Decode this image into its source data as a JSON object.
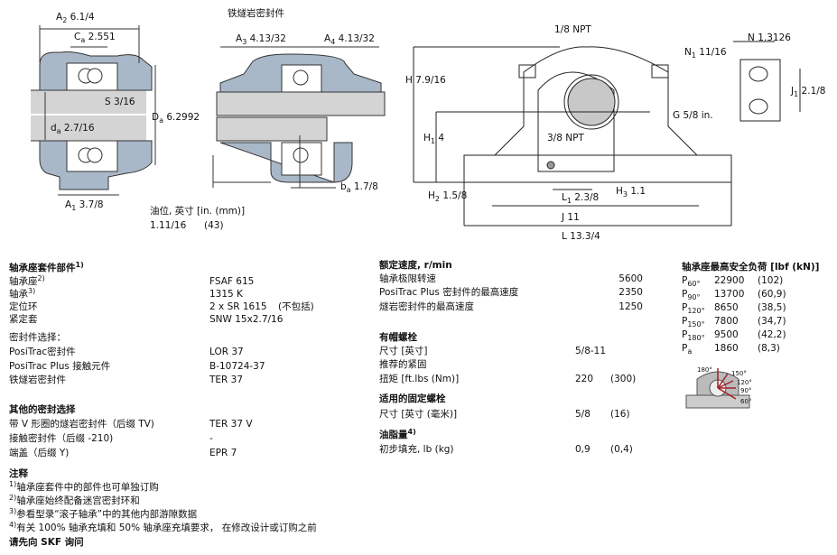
{
  "drawings": {
    "seal_title": "铁燧岩密封件",
    "left": {
      "A2": "A",
      "A2_sub": "2",
      "A2_val": "6.1/4",
      "Ca": "C",
      "Ca_sub": "a",
      "Ca_val": "2.551",
      "S": "S  3/16",
      "Da": "D",
      "Da_sub": "a",
      "Da_val": "6.2992",
      "da": "d",
      "da_sub": "a",
      "da_val": "2.7/16",
      "A1": "A",
      "A1_sub": "1",
      "A1_val": "3.7/8"
    },
    "middle": {
      "A3": "A",
      "A3_sub": "3",
      "A3_val": "4.13/32",
      "A4": "A",
      "A4_sub": "4",
      "A4_val": "4.13/32",
      "ba": "b",
      "ba_sub": "a",
      "ba_val": "1.7/8"
    },
    "oil_level": {
      "label": "油位, 英寸 [in. (mm)]",
      "in": "1.11/16",
      "mm": "(43)"
    },
    "right": {
      "npt_top": "1/8 NPT",
      "H": "H  7.9/16",
      "H1": "H",
      "H1_sub": "1",
      "H1_val": "4",
      "npt_bottom": "3/8 NPT",
      "G": "G  5/8 in.",
      "H2": "H",
      "H2_sub": "2",
      "H2_val": "1.5/8",
      "L1": "L",
      "L1_sub": "1",
      "L1_val": "2.3/8",
      "H3": "H",
      "H3_sub": "3",
      "H3_val": "1.1",
      "J": "J  11",
      "L": "L  13.3/4",
      "N": "N  1.3126",
      "N1": "N",
      "N1_sub": "1",
      "N1_val": "11/16",
      "J1": "J",
      "J1_sub": "1",
      "J1_val": "2.1/8"
    }
  },
  "kit": {
    "heading": "轴承座套件部件",
    "heading_note": "1)",
    "rows": [
      {
        "label": "轴承座",
        "note": "2)",
        "value": "FSAF 615",
        "extra": ""
      },
      {
        "label": "轴承",
        "note": "3)",
        "value": "1315 K",
        "extra": ""
      },
      {
        "label": "定位环",
        "note": "",
        "value": "2 x SR 1615",
        "extra": "(不包括)"
      },
      {
        "label": "紧定套",
        "note": "",
        "value": "SNW 15x2.7/16",
        "extra": ""
      }
    ]
  },
  "seal_choice": {
    "heading": "密封件选择：",
    "rows": [
      {
        "label": "PosiTrac密封件",
        "value": "LOR 37"
      },
      {
        "label": "PosiTrac Plus 接触元件",
        "value": "B-10724-37"
      },
      {
        "label": "铁燧岩密封件",
        "value": "TER 37"
      }
    ]
  },
  "other_seals": {
    "heading": "其他的密封选择",
    "rows": [
      {
        "label": "带 V 形圈的燧岩密封件（后缀 TV)",
        "value": "TER 37 V"
      },
      {
        "label": "接触密封件（后缀 -210)",
        "value": "-"
      },
      {
        "label": "端盖（后缀 Y)",
        "value": "EPR 7"
      }
    ]
  },
  "notes": {
    "heading": "注释",
    "items": [
      {
        "n": "1)",
        "text": "轴承座套件中的部件也可单独订购"
      },
      {
        "n": "2)",
        "text": "轴承座始终配备迷宫密封环和"
      },
      {
        "n": "3)",
        "text": "参看型录“滚子轴承”中的其他内部游隙数据"
      },
      {
        "n": "4)",
        "text": "有关 100% 轴承充填和 50% 轴承座充填要求， 在修改设计或订购之前"
      }
    ],
    "footer": "请先向 SKF 询问"
  },
  "speed": {
    "heading": "额定速度, r/min",
    "rows": [
      {
        "label": "轴承极限转速",
        "value": "5600"
      },
      {
        "label": "PosiTrac Plus 密封件的最高速度",
        "value": "2350"
      },
      {
        "label": "燧岩密封件的最高速度",
        "value": "1250"
      }
    ]
  },
  "cap_bolts": {
    "heading": "有帽螺栓",
    "size_label": "尺寸 [英寸]",
    "size": "5/8-11",
    "rec_label": "推荐的紧固",
    "torque_label": "扭矩 [ft.lbs (Nm)]",
    "torque": "220",
    "torque_nm": "(300)"
  },
  "fix_bolts": {
    "heading": "适用的固定螺栓",
    "size_label": "尺寸 [英寸 (毫米)]",
    "size": "5/8",
    "size_mm": "(16)"
  },
  "grease": {
    "heading": "油脂量",
    "note": "4)",
    "label": "初步填充, lb (kg)",
    "value": "0,9",
    "value_kg": "(0,4)"
  },
  "loads": {
    "heading": "轴承座最高安全负荷 [lbf (kN)]",
    "rows": [
      {
        "p": "P",
        "sub": "60°",
        "lbf": "22900",
        "kn": "(102)"
      },
      {
        "p": "P",
        "sub": "90°",
        "lbf": "13700",
        "kn": "(60,9)"
      },
      {
        "p": "P",
        "sub": "120°",
        "lbf": "8650",
        "kn": "(38,5)"
      },
      {
        "p": "P",
        "sub": "150°",
        "lbf": "7800",
        "kn": "(34,7)"
      },
      {
        "p": "P",
        "sub": "180°",
        "lbf": "9500",
        "kn": "(42,2)"
      },
      {
        "p": "P",
        "sub": "a",
        "lbf": "1860",
        "kn": "(8,3)"
      }
    ],
    "angles": [
      "180°",
      "150°",
      "120°",
      "90°",
      "60°"
    ]
  },
  "colors": {
    "housing": "#a9b8c8",
    "shaft": "#d4d4d4",
    "line": "#111111"
  }
}
